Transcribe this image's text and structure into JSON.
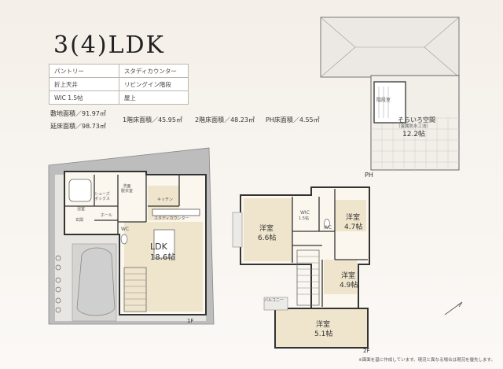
{
  "plan": {
    "layout": "3(4)LDK",
    "features": [
      [
        "パントリー",
        "スタディカウンター"
      ],
      [
        "折上天井",
        "リビングイン階段"
      ],
      [
        "WIC 1.5帖",
        "屋上"
      ]
    ],
    "site_area": "敷地面積／91.97㎡",
    "floor_area": "延床面積／98.73㎡",
    "floor1_area": "1階床面積／45.95㎡",
    "floor2_area": "2階床面積／48.23㎡",
    "ph_area": "PH床面積／4.55㎡"
  },
  "rooms": {
    "ldk": "LDK",
    "ldk_size": "18.6帖",
    "washroom": "洗面\n脱衣室",
    "bath": "浴室",
    "entrance": "玄関",
    "hall": "ホール",
    "wc": "WC",
    "shoebox": "シューズ\nボックス",
    "kitchen": "キッチン",
    "study": "スタディカウンター",
    "room1": "洋室",
    "room1_size": "6.6帖",
    "wic": "WIC",
    "wic_size": "1.5帖",
    "room2": "洋室",
    "room2_size": "4.7帖",
    "room3": "洋室",
    "room3_size": "4.9帖",
    "room4": "洋室",
    "room4_size": "5.1帖",
    "balcony": "バルコニー",
    "sorairo": "そらいろ空間",
    "sorairo_sub": "（金属防水工法）",
    "sorairo_size": "12.2帖",
    "stairs": "階段室"
  },
  "floor_labels": {
    "f1": "1F",
    "f2": "2F",
    "ph": "PH"
  },
  "note": "※図面を基に作成しています。現況と異なる場合は現況を優先します。"
}
